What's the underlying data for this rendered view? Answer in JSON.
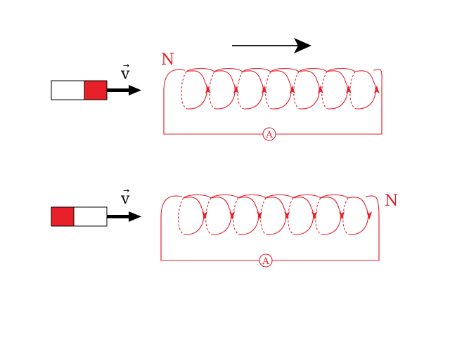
{
  "colors": {
    "coil": "#e8202a",
    "magnet_pole": "#e8202a",
    "magnet_body": "#ffffff",
    "arrow": "#000000"
  },
  "top_setup": {
    "velocity_label": "v",
    "coil_pole_label": "N",
    "ammeter_label": "A",
    "magnet_colored_end": "right",
    "current_direction": "up"
  },
  "bottom_setup": {
    "velocity_label": "v",
    "coil_pole_label": "N",
    "ammeter_label": "A",
    "magnet_colored_end": "left",
    "current_direction": "down"
  }
}
